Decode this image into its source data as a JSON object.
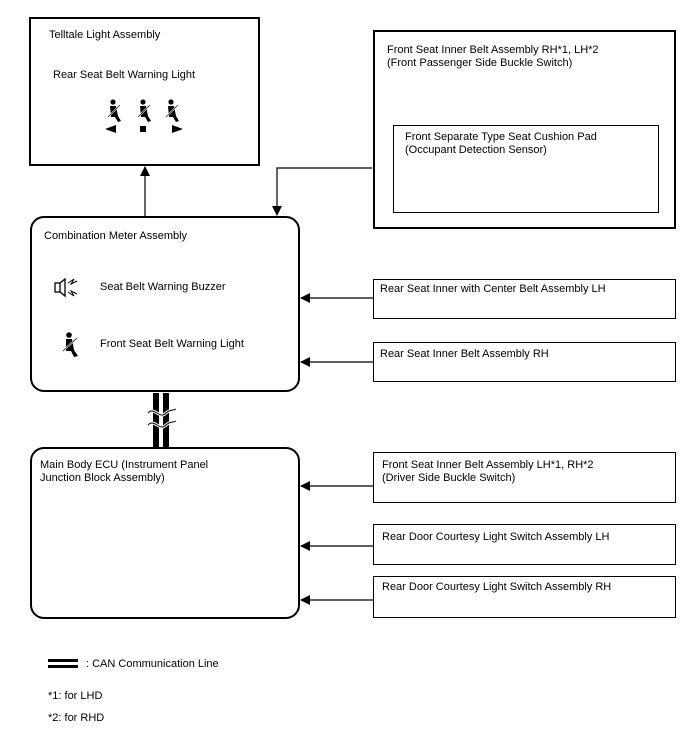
{
  "telltale": {
    "title": "Telltale Light Assembly",
    "subtitle": "Rear Seat Belt Warning Light"
  },
  "front_passenger": {
    "title": "Front Seat Inner Belt Assembly RH*1, LH*2\n(Front Passenger Side Buckle Switch)",
    "inner_title": "Front Separate Type Seat Cushion Pad\n(Occupant Detection Sensor)"
  },
  "combination_meter": {
    "title": "Combination Meter Assembly",
    "buzzer_label": "Seat Belt Warning Buzzer",
    "light_label": "Front Seat Belt Warning Light"
  },
  "main_body_ecu": {
    "title": "Main Body ECU (Instrument Panel\nJunction Block Assembly)"
  },
  "inputs": {
    "rear_center_lh": "Rear Seat Inner with Center Belt Assembly LH",
    "rear_rh": "Rear Seat Inner Belt Assembly RH",
    "driver_buckle": "Front Seat Inner Belt Assembly LH*1, RH*2\n(Driver Side Buckle Switch)",
    "door_lh": "Rear Door Courtesy Light Switch Assembly LH",
    "door_rh": "Rear Door Courtesy Light Switch Assembly RH"
  },
  "legend": {
    "can_line": ": CAN Communication Line",
    "note1": "*1: for LHD",
    "note2": "*2: for RHD"
  },
  "icons": {
    "seatbelt": "seatbelt-person-icon",
    "buzzer": "buzzer-speaker-icon",
    "arrow_left": "left-triangle-icon",
    "square": "center-square-icon",
    "arrow_right": "right-triangle-icon"
  }
}
